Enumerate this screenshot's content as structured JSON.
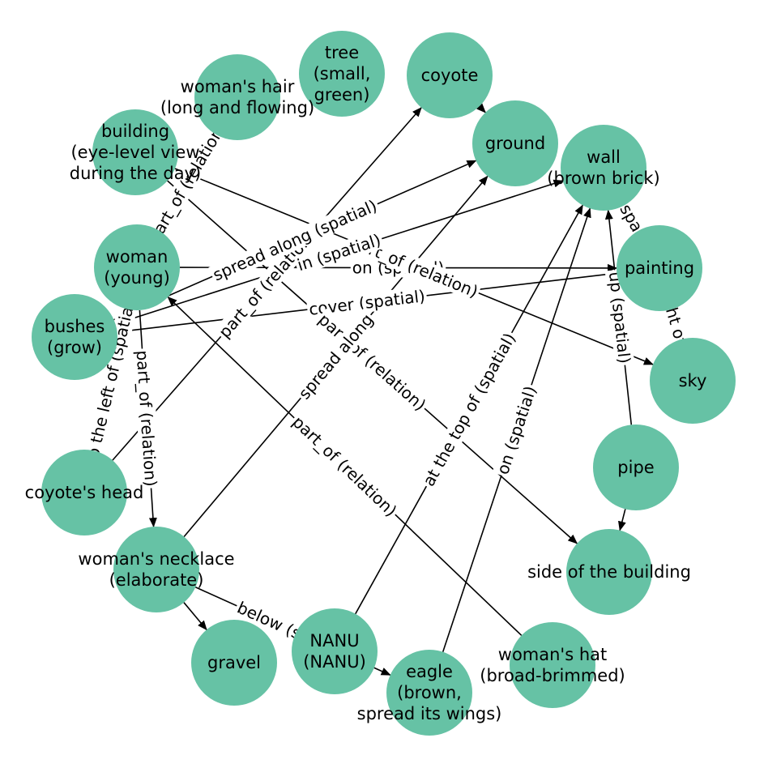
{
  "graph": {
    "node_color": "#66c2a5",
    "nodes": [
      {
        "id": "tree",
        "lines": [
          "tree",
          "(small,",
          "green)"
        ]
      },
      {
        "id": "coyote",
        "lines": [
          "coyote"
        ]
      },
      {
        "id": "hair",
        "lines": [
          "woman's hair",
          "(long and flowing)"
        ]
      },
      {
        "id": "ground",
        "lines": [
          "ground"
        ]
      },
      {
        "id": "building",
        "lines": [
          "building",
          "(eye-level view",
          "during the day)"
        ]
      },
      {
        "id": "wall",
        "lines": [
          "wall",
          "(brown brick)"
        ]
      },
      {
        "id": "woman",
        "lines": [
          "woman",
          "(young)"
        ]
      },
      {
        "id": "painting",
        "lines": [
          "painting"
        ]
      },
      {
        "id": "bushes",
        "lines": [
          "bushes",
          "(grow)"
        ]
      },
      {
        "id": "sky",
        "lines": [
          "sky"
        ]
      },
      {
        "id": "pipe",
        "lines": [
          "pipe"
        ]
      },
      {
        "id": "coyote_head",
        "lines": [
          "coyote's head"
        ]
      },
      {
        "id": "side",
        "lines": [
          "side of the building"
        ]
      },
      {
        "id": "necklace",
        "lines": [
          "woman's necklace",
          "(elaborate)"
        ]
      },
      {
        "id": "hat",
        "lines": [
          "woman's hat",
          "(broad-brimmed)"
        ]
      },
      {
        "id": "gravel",
        "lines": [
          "gravel"
        ]
      },
      {
        "id": "nanu",
        "lines": [
          "NANU",
          "(NANU)"
        ]
      },
      {
        "id": "eagle",
        "lines": [
          "eagle",
          "(brown,",
          "spread its wings)"
        ]
      }
    ],
    "edges": [
      {
        "from": "hair",
        "to": "woman",
        "label": "part_of (relation)"
      },
      {
        "from": "coyote_head",
        "to": "coyote",
        "label": "part_of (relation)"
      },
      {
        "from": "bushes",
        "to": "ground",
        "label": "spread along (spatial)"
      },
      {
        "from": "hat",
        "to": "woman",
        "label": "part_of (relation)"
      },
      {
        "from": "nanu",
        "to": "wall",
        "label": "at the top of (spatial)"
      },
      {
        "from": "eagle",
        "to": "wall",
        "label": "on (spatial)"
      },
      {
        "from": "woman",
        "to": "painting",
        "label": "on (spatial)"
      },
      {
        "from": "bushes",
        "to": "painting",
        "label": "cover (spatial)"
      },
      {
        "from": "building",
        "to": "sky",
        "label": "part_of (relation)"
      },
      {
        "from": "building",
        "to": "side",
        "label": "part_of (relation)"
      },
      {
        "from": "woman",
        "to": "necklace",
        "label": "part_of (relation)"
      },
      {
        "from": "woman",
        "to": "coyote_head",
        "label": "to the left of (spatial)"
      },
      {
        "from": "pipe",
        "to": "side",
        "label": ""
      },
      {
        "from": "necklace",
        "to": "gravel",
        "label": ""
      },
      {
        "from": "necklace",
        "to": "eagle",
        "label": "below (spatial)"
      },
      {
        "from": "painting",
        "to": "wall",
        "label": "on (spatial)"
      },
      {
        "from": "pipe",
        "to": "wall",
        "label": "up (spatial)"
      },
      {
        "from": "sky",
        "to": "painting",
        "label": "to the right of (spatial)"
      },
      {
        "from": "bushes",
        "to": "wall",
        "label": "in (spatial)"
      },
      {
        "from": "coyote",
        "to": "ground",
        "label": ""
      },
      {
        "from": "necklace",
        "to": "ground",
        "label": "spread along"
      }
    ]
  }
}
